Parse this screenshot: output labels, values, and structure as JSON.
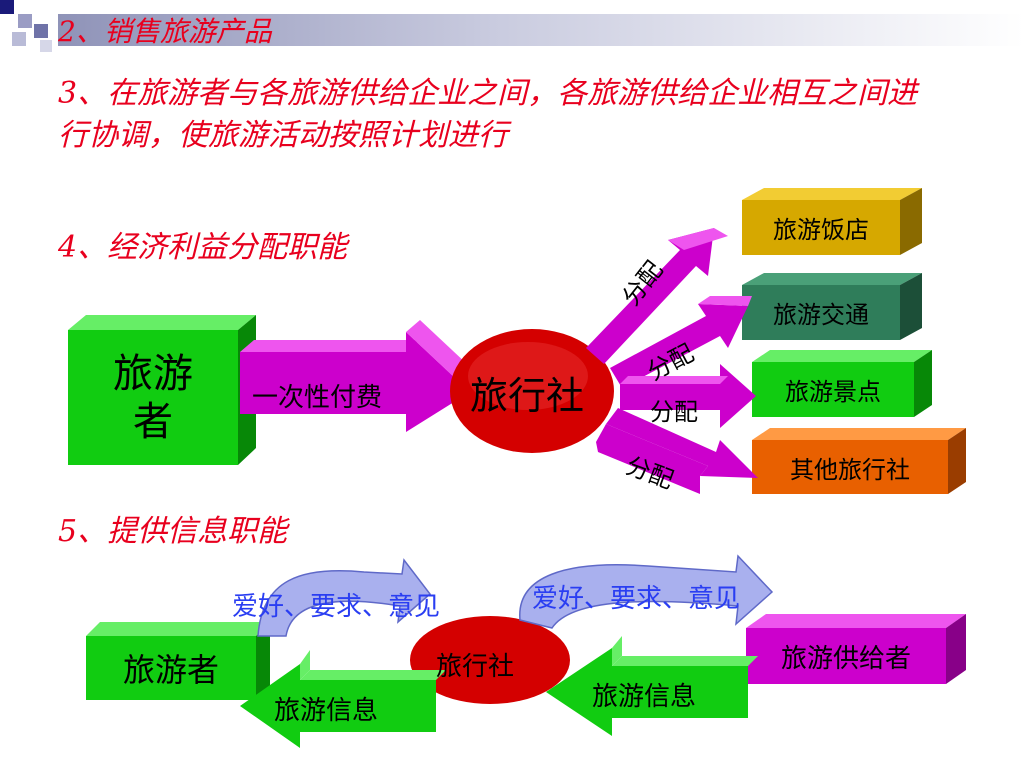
{
  "items": {
    "item2": "2、销售旅游产品",
    "item3": "3、在旅游者与各旅游供给企业之间，各旅游供给企业相互之间进行协调，使旅游活动按照计划进行",
    "item4": "4、经济利益分配职能",
    "item5": "5、提供信息职能"
  },
  "distribution": {
    "tourist": "旅游者",
    "payment": "一次性付费",
    "agency": "旅行社",
    "allocate": "分配",
    "targets": [
      "旅游饭店",
      "旅游交通",
      "旅游景点",
      "其他旅行社"
    ]
  },
  "information": {
    "tourist": "旅游者",
    "agency": "旅行社",
    "supplier": "旅游供给者",
    "preferences": "爱好、要求、意见",
    "travel_info": "旅游信息"
  },
  "colors": {
    "heading": "#e8001e",
    "green": "#11cc11",
    "magenta": "#cc00cc",
    "red_ellipse": "#d40000",
    "hotel": "#d6a800",
    "transport": "#2f7d5a",
    "other_agency": "#e86000",
    "blue_text": "#2a3ef2"
  }
}
